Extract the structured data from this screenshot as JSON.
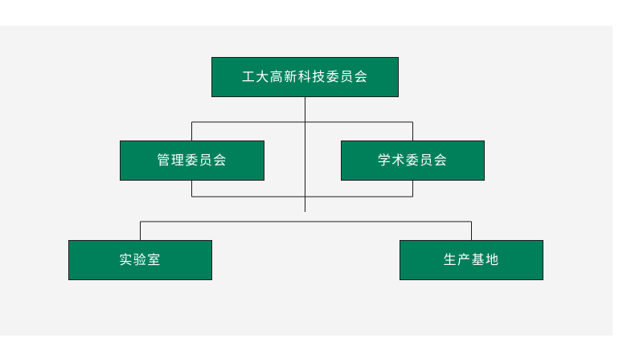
{
  "diagram": {
    "title_text": "工大高新科技委员会",
    "type": "org-chart",
    "colors": {
      "node_fill": "#00805A",
      "node_border": "#1C1C1C",
      "node_text": "#FFFFFF",
      "connector": "#1C1C1C",
      "slide_background": "#F4F4F4",
      "page_background": "#FFFFFF"
    },
    "nodes": {
      "root": {
        "label": "工大高新科技委员会"
      },
      "admin": {
        "label": "管理委员会"
      },
      "academic": {
        "label": "学术委员会"
      },
      "lab": {
        "label": "实验室"
      },
      "production": {
        "label": "生产基地"
      }
    },
    "levels": [
      {
        "level": 1,
        "labels": [
          "工大高新科技委员会"
        ]
      },
      {
        "level": 2,
        "labels": [
          "管理委员会",
          "学术委员会"
        ]
      },
      {
        "level": 3,
        "labels": [
          "实验室",
          "生产基地"
        ]
      }
    ],
    "edges": [
      {
        "from": "工大高新科技委员会",
        "to": "管理委员会"
      },
      {
        "from": "工大高新科技委员会",
        "to": "学术委员会"
      },
      {
        "from": "管理委员会",
        "to": "实验室"
      },
      {
        "from": "管理委员会",
        "to": "生产基地"
      },
      {
        "from": "学术委员会",
        "to": "实验室"
      },
      {
        "from": "学术委员会",
        "to": "生产基地"
      }
    ]
  }
}
